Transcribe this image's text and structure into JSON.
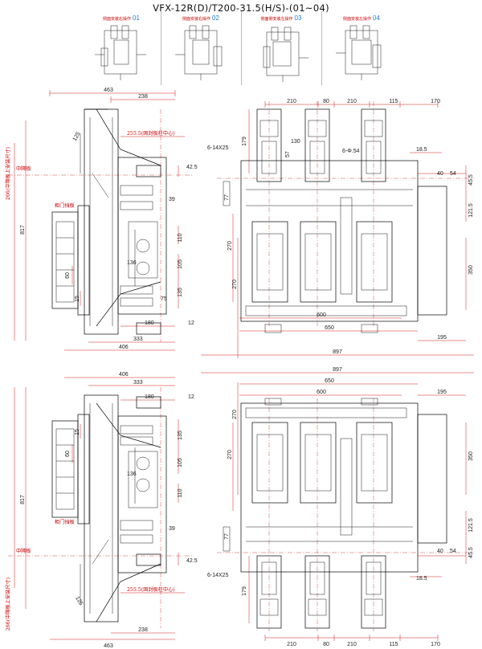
{
  "title": "VFX-12R(D)/T200-31.5(H/S)-(01~04)",
  "variants": [
    {
      "label": "侧面安装右操作",
      "num": "01"
    },
    {
      "label": "侧面安装右操作",
      "num": "02"
    },
    {
      "label": "侧面侧安装左操作",
      "num": "03"
    },
    {
      "label": "侧面安装左操作",
      "num": "04"
    }
  ],
  "top_side": {
    "dims": {
      "d463": "463",
      "d238": "238",
      "d125": "125",
      "d2555": "255.5(固封极柱中心)",
      "d266": "266(中隔板上安装尺寸)",
      "d817": "817",
      "d425": "42.5",
      "d39": "39",
      "d110": "110",
      "d136": "136",
      "d105": "105",
      "d60": "60",
      "d15": "15",
      "d135": "135",
      "d75": "75",
      "d180": "180",
      "d12": "12",
      "d333": "333",
      "d406": "406"
    },
    "labels": {
      "divider": "中隔板",
      "door": "柜门挡板"
    }
  },
  "top_front": {
    "dims": {
      "d210a": "210",
      "d80": "80",
      "d210b": "210",
      "d115": "115",
      "d170": "170",
      "d179": "179",
      "d6x14": "6-14X25",
      "d130": "130",
      "d57": "57",
      "d54": "6-Φ.54",
      "d185": "18.5",
      "d77": "77",
      "d40": "40",
      "d54b": "54",
      "d455": "45.5",
      "d1215": "121.5",
      "d270a": "270",
      "d270b": "270",
      "d350": "350",
      "d600": "600",
      "d650": "650",
      "d195": "195",
      "d897": "897"
    }
  },
  "bottom_side": {
    "dims": {
      "d406": "406",
      "d333": "333",
      "d180": "180",
      "d12": "12",
      "d15": "15",
      "d60": "60",
      "d135": "135",
      "d136": "136",
      "d105": "105",
      "d110": "110",
      "d817": "817",
      "d39": "39",
      "d425": "42.5",
      "d2555": "255.5(固封极柱中心)",
      "d125": "125",
      "d266": "266(中隔板上安装尺寸)",
      "d238": "238",
      "d463": "463"
    },
    "labels": {
      "divider": "中隔板",
      "door": "柜门挡板"
    }
  },
  "bottom_front": {
    "dims": {
      "d897": "897",
      "d650": "650",
      "d600": "600",
      "d195": "195",
      "d270a": "270",
      "d270b": "270",
      "d350": "350",
      "d1215": "121.5",
      "d455": "45.5",
      "d40": "40",
      "d54b": "54",
      "d77": "77",
      "d6x14": "6-14X25",
      "d185": "18.5",
      "d179": "179",
      "d210a": "210",
      "d80": "80",
      "d210b": "210",
      "d115": "115",
      "d170": "170"
    }
  }
}
